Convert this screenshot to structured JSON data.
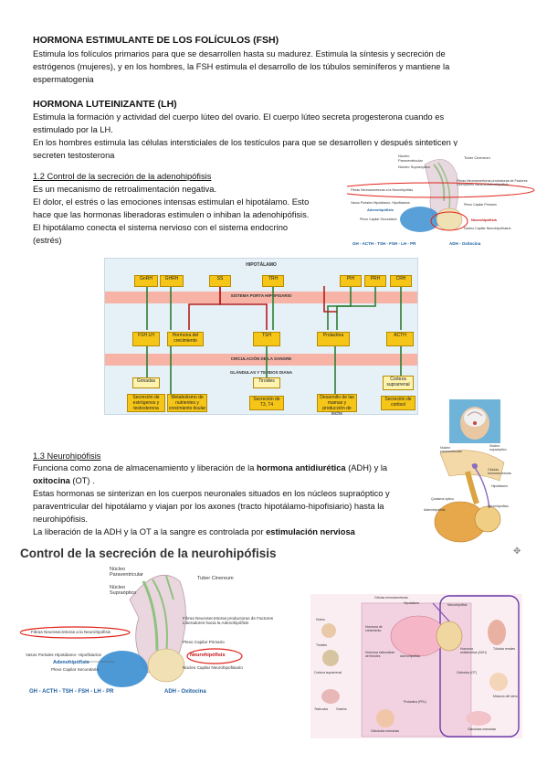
{
  "fsh": {
    "heading": "HORMONA ESTIMULANTE DE LOS FOLÍCULOS (FSH)",
    "lines": [
      "Estimula los folículos primarios para que se desarrollen hasta su madurez. Estimula la síntesis y secreción de",
      "estrógenos (mujeres), y en los hombres, la FSH estimula el desarrollo de los túbulos seminíferos y mantiene la",
      "espermatogenia"
    ]
  },
  "lh": {
    "heading": "HORMONA LUTEINIZANTE (LH)",
    "lines": [
      "Estimula la formación y actividad del cuerpo lúteo del ovario. El cuerpo lúteo secreta progesterona cuando es",
      "estimulado por la LH.",
      "En los hombres estimula las células intersticiales de los testículos para que se desarrollen y después sinteticen y",
      "secreten testosterona"
    ]
  },
  "adeno": {
    "heading": "1.2 Control de la secreción de la adenohipófisis",
    "lines": [
      "Es un mecanismo de retroalimentación negativa.",
      "El dolor, el estrés o las emociones intensas estimulan el hipotálamo. Esto",
      "hace que las hormonas liberadoras estimulen o inhiban la adenohipófisis.",
      "El hipotálamo conecta el sistema nervioso con el sistema endocrino",
      "(estrés)"
    ]
  },
  "neuro": {
    "heading": "1.3 Neurohipófisis",
    "line1_pre": "Funciona como zona de almacenamiento y liberación de la ",
    "line1_bold": "hormona antidiurética",
    "line1_post": " (ADH) y la",
    "line2_bold": "oxitocina",
    "line2_post": " (OT) .",
    "line3": "Estas hormonas se sinterizan en los cuerpos neuronales situados en los núcleos supraóptico y",
    "line4": "paraventricular del hipotálamo y viajan por los axones (tracto hipotálamo-hipofisiario) hasta la",
    "line5": "neurohipófisis.",
    "line6_pre": "La liberación de la ADH y la OT a la sangre es controlada por ",
    "line6_bold": "estimulación nerviosa"
  },
  "neuro_control_title": "Control de la secreción de la neurohipófisis",
  "pituitary_small": {
    "labels": [
      "Núcleo Paraventricular",
      "Núcleo Supraóptico",
      "Tuber Cinereum",
      "Fibras Neurosecretoras a la Neurohipófisis",
      "Fibras Neurosecretoras productoras de Factores Liberadores hacia la Adenohipófisis",
      "Vasos Portales Hipotálamo- Hipofisiarios",
      "Adenohipófisis",
      "Plexo Capilar Primario",
      "Neurohipófisis",
      "Plexo Capilar Secundario",
      "Núcleo Capilar Neurohipofisiario"
    ],
    "bottom_left": "GH - ACTH - TSH - FSH - LH - PR",
    "bottom_right": "ADH - Oxitocina"
  },
  "flow": {
    "top_label": "HIPOTÁLAMO",
    "portal_label": "SISTEMA PORTA HIPOFISARIO",
    "blood_label": "CIRCULACIÓN DE LA SANGRE",
    "tissue_label": "GLÁNDULAS Y TEJIDOS DIANA",
    "releasers": [
      "GnRH",
      "GHRH",
      "SS",
      "TRH",
      "PIH",
      "PRH",
      "CRH"
    ],
    "hormones": [
      "FSH LH",
      "Hormona del crecimiento",
      "TSH",
      "Prolactina",
      "ACTH"
    ],
    "glands": [
      "Gónadas",
      "Tiroides",
      "Corteza suprarrenal"
    ],
    "effects": [
      "Secreción de estrógenos y testosterona",
      "Metabolismo de nutrientes y crecimiento tisular",
      "Secreción de T3, T4",
      "Desarrollo de las mamas y producción de leche",
      "Secreción de cortisol"
    ]
  },
  "neuro_diagram": {
    "labels": [
      "Núcleo paraventricular",
      "Núcleo supraóptico",
      "Células neurosecretoras",
      "Hipotálamo",
      "Quiasma óptico",
      "Adenohipófisis",
      "Neurohipófisis"
    ]
  },
  "big_pituitary": {
    "labels": [
      "Núcleo Paraventricular",
      "Núcleo Supraóptico",
      "Tuber Cinereum",
      "Fibras Neurosecretoras a la Neurohipófisis",
      "Fibras Neurosecretoras productoras de Factores Liberadores hacia la Adenohipófisis",
      "Vasos Portales Hipotálamo- Hipofisiarios",
      "Adenohipófisis",
      "Plexo Capilar Primario",
      "Neurohipófisis",
      "Plexo Capilar Secundario",
      "Núcleo Capilar Neurohipofisiario"
    ],
    "bottom_left": "GH - ACTH - TSH - FSH - LH - PR",
    "bottom_right": "ADH - Oxitocina"
  },
  "target_organs": {
    "labels": [
      "Células neurosecretoras",
      "Hipotálamo",
      "Neurohipófisis",
      "Adenohipófisis",
      "Hormona antidiurética (ADH)",
      "Oxitocina (OT)",
      "Túbulos renales",
      "Músculo del útero",
      "Glándulas mamarias",
      "Prolactina (PRL)",
      "Hormona de crecimiento",
      "Hormona estimulante del tiroides",
      "Corteza suprarrenal",
      "Tiroides",
      "Testículos",
      "Ovarios",
      "Hueso",
      "Glándulas mamarias"
    ]
  }
}
